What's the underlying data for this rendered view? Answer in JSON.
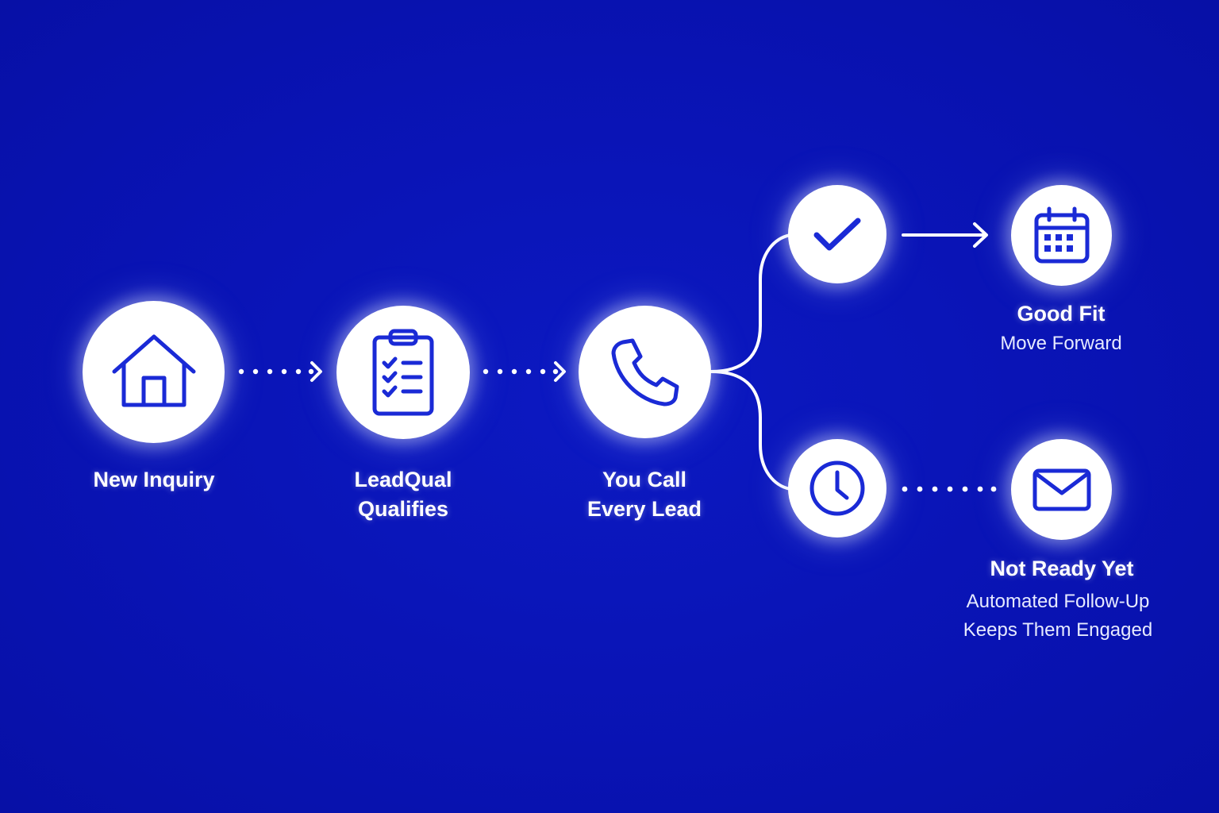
{
  "colors": {
    "background": "#0a14b4",
    "node": "#ffffff",
    "icon": "#1a2ad6",
    "line": "#ffffff"
  },
  "steps": [
    {
      "icon": "house-icon",
      "label_line1": "New Inquiry",
      "label_line2": ""
    },
    {
      "icon": "clipboard-checklist-icon",
      "label_line1": "LeadQual",
      "label_line2": "Qualifies"
    },
    {
      "icon": "phone-icon",
      "label_line1": "You Call",
      "label_line2": "Every Lead"
    }
  ],
  "branches": {
    "good_fit": {
      "status_icon": "checkmark-icon",
      "result_icon": "calendar-icon",
      "title": "Good Fit",
      "subtitle": "Move Forward"
    },
    "not_ready": {
      "status_icon": "clock-icon",
      "result_icon": "envelope-icon",
      "title": "Not Ready Yet",
      "subtitle_line1": "Automated Follow-Up",
      "subtitle_line2": "Keeps Them Engaged"
    }
  }
}
